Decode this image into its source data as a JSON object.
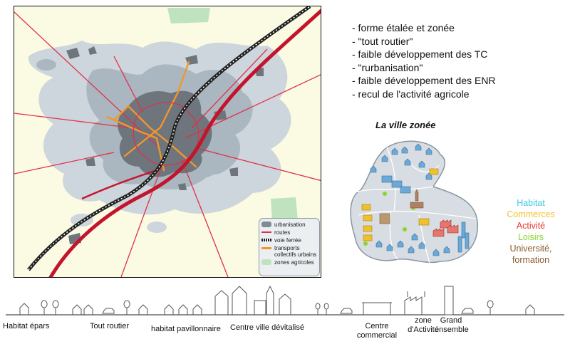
{
  "map": {
    "legend": [
      {
        "label": "urbanisation",
        "icon": "urbanisation-swatch-icon",
        "color": "#7f8c96"
      },
      {
        "label": "routes",
        "icon": "routes-line-icon",
        "color": "#e0304a"
      },
      {
        "label": "voie ferrée",
        "icon": "railway-line-icon",
        "color": "#222222"
      },
      {
        "label": "transports collectifs urbains",
        "icon": "transit-line-icon",
        "color": "#f2962c"
      },
      {
        "label": "zones agricoles",
        "icon": "agricultural-zone-swatch-icon",
        "color": "#bfe3bf"
      }
    ]
  },
  "characteristics": [
    "- forme étalée et zonée",
    "- \"tout routier\"",
    "- faible développement des TC",
    "- \"rurbanisation\"",
    "- faible développement des ENR",
    "- recul de l'activité agricole"
  ],
  "zoned_city": {
    "title": "La ville zonée",
    "legend": [
      {
        "label": "Habitat",
        "color": "#3ec7e8"
      },
      {
        "label": "Commerces",
        "color": "#f0c12a"
      },
      {
        "label": "Activité",
        "color": "#e8392e"
      },
      {
        "label": "Loisirs",
        "color": "#8bd42a"
      },
      {
        "label": "Université, formation",
        "color": "#8b5a2b"
      }
    ]
  },
  "transect": {
    "labels": [
      "Habitat épars",
      "Tout routier",
      "habitat pavillonnaire",
      "Centre ville dévitalisé",
      "Centre commercial",
      "zone d'Activité",
      "Grand ensemble"
    ]
  }
}
